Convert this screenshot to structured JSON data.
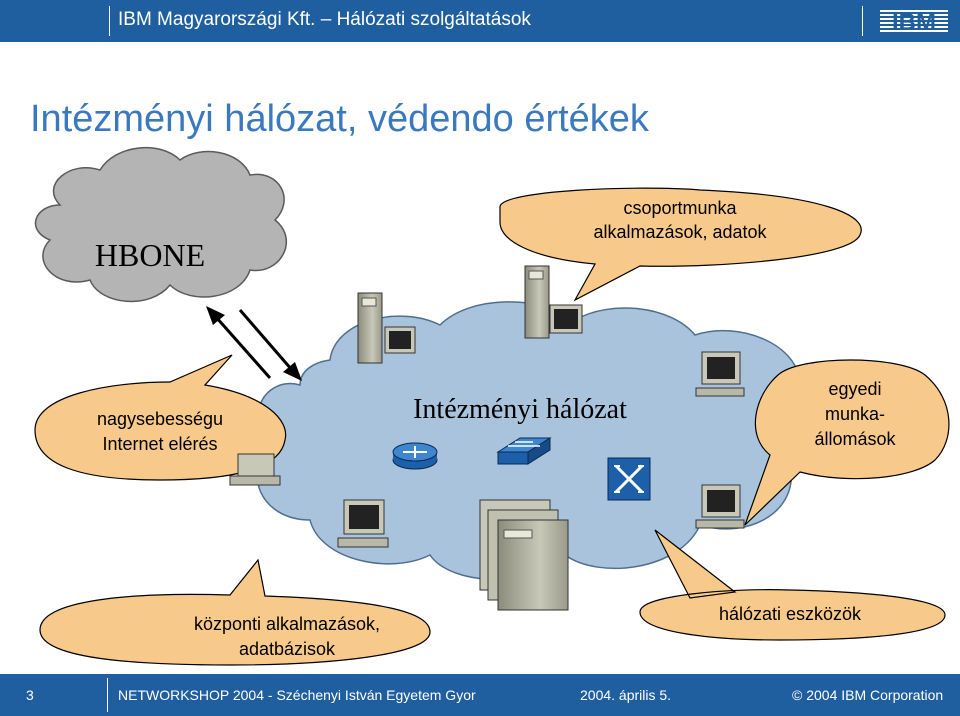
{
  "header": {
    "title": "IBM Magyarországi Kft. – Hálózati szolgáltatások",
    "logo_text": "IBM"
  },
  "slide_title": "Intézményi hálózat, védendo értékek",
  "diagram": {
    "hbone_label": "HBONE",
    "network_label": "Intézményi hálózat",
    "callout_groupware": [
      "csoportmunka",
      "alkalmazások, adatok"
    ],
    "callout_internet": [
      "nagysebességu",
      "Internet elérés"
    ],
    "callout_workstations": [
      "egyedi",
      "munka-",
      "állomások"
    ],
    "callout_central": [
      "központi alkalmazások,",
      "adatbázisok"
    ],
    "callout_devices": "hálózati eszközök"
  },
  "footer": {
    "page_number": "3",
    "event": "NETWORKSHOP 2004 - Széchenyi István Egyetem Gyor",
    "date": "2004. április 5.",
    "copyright": "© 2004 IBM Corporation"
  },
  "colors": {
    "header_bg": "#1f5f9f",
    "title_color": "#3a78c0",
    "callout_fill": "#f7c98a",
    "cloud_network": "#a9c3dc",
    "cloud_hbone": "#b4b4b4"
  }
}
